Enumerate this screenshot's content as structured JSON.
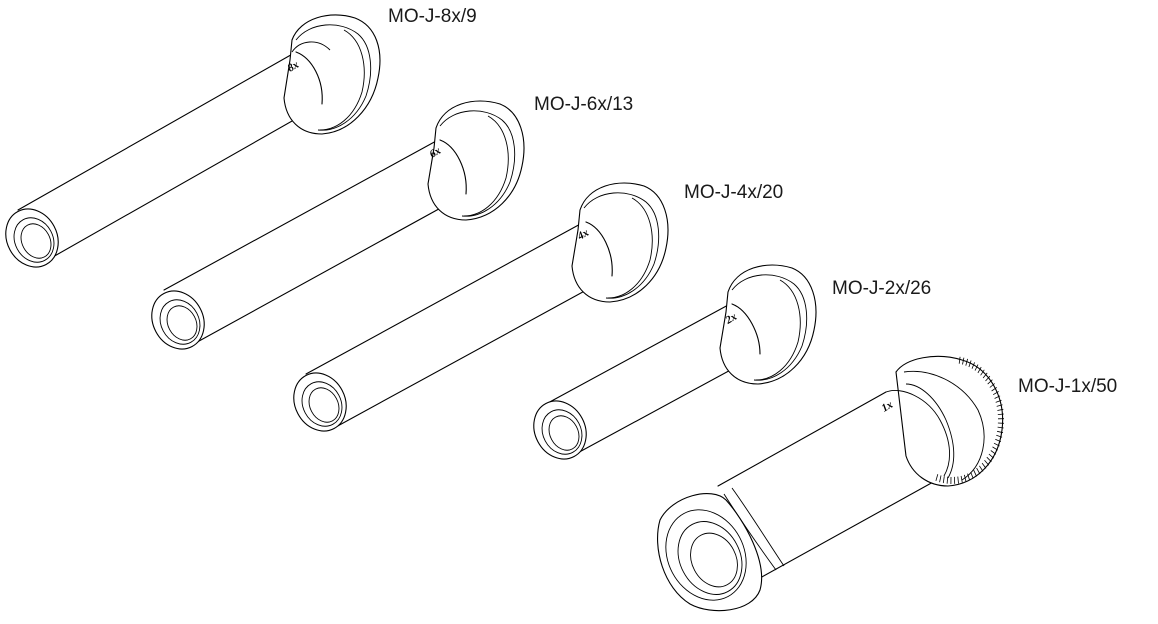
{
  "eyepieces": [
    {
      "label": "MO-J-8x/9",
      "magnification": "8x"
    },
    {
      "label": "MO-J-6x/13",
      "magnification": "6x"
    },
    {
      "label": "MO-J-4x/20",
      "magnification": "4x"
    },
    {
      "label": "MO-J-2x/26",
      "magnification": "2x"
    },
    {
      "label": "MO-J-1x/50",
      "magnification": "1x"
    }
  ]
}
